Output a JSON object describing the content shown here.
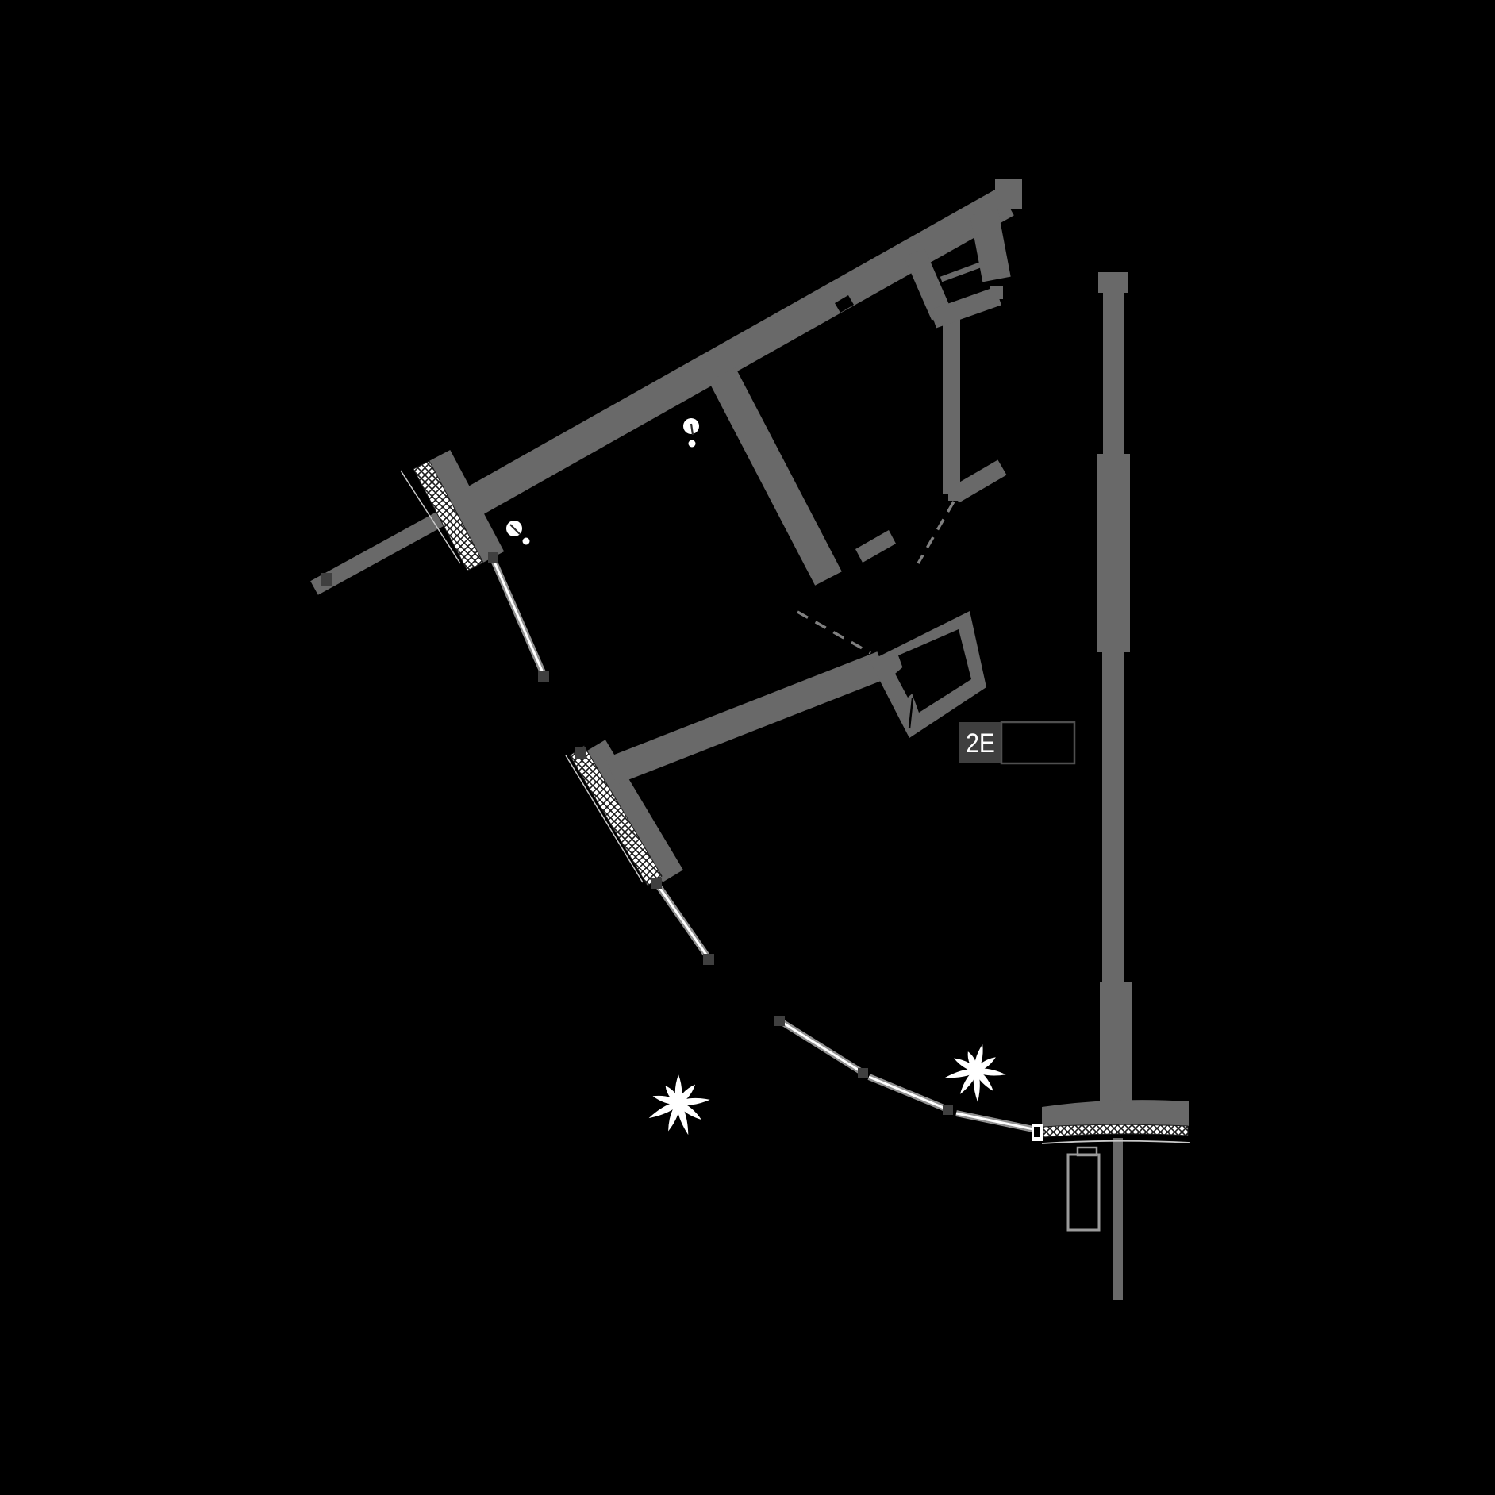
{
  "unit_label": {
    "text": "2E"
  },
  "colors": {
    "bg": "#000000",
    "wall": "#696969",
    "post": "#3f3f3f",
    "glass_edge": "#8f8f8f",
    "white": "#ffffff",
    "thin": "#c9c9c9",
    "dash": "#7f7f7f",
    "label_fill": "#3f3f3f",
    "label_outline": "#4f4f4f",
    "label_text": "#ffffff",
    "elevator_outline": "#9a9a9a",
    "hatch_line": "#1c1c1c"
  },
  "icons": {
    "palm": "palm-plant-icon",
    "fixture": "ceiling-light-icon",
    "hatch": "insulated-window-strip",
    "dashed": "door-opening-line"
  }
}
